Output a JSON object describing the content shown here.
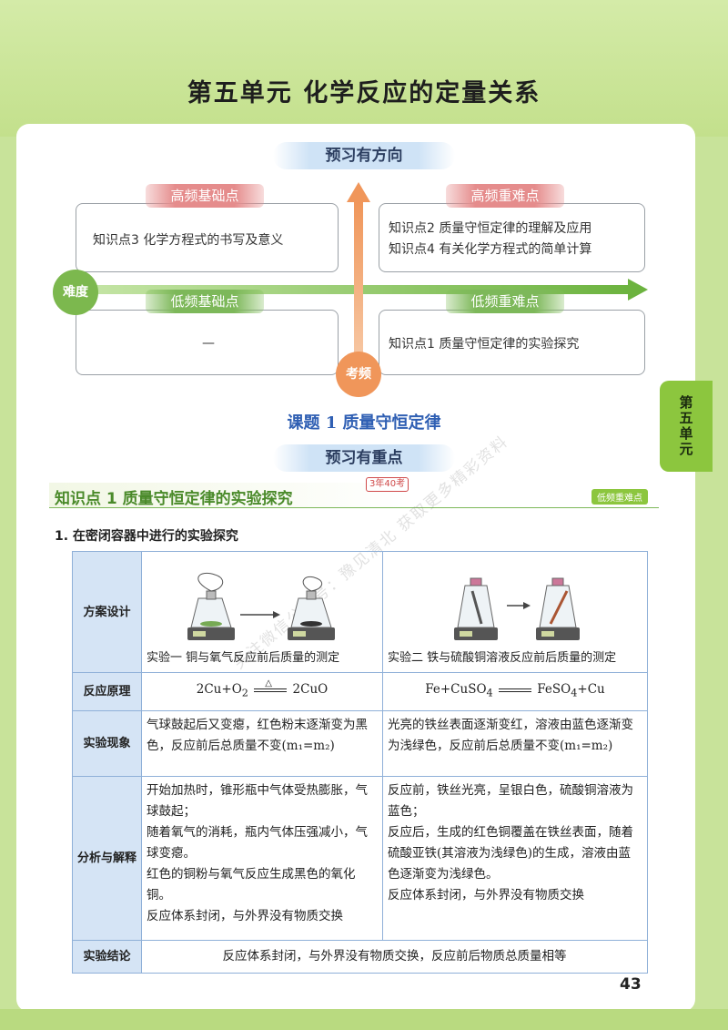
{
  "unit_title": "第五单元    化学反应的定量关系",
  "side_tab": "第五单元",
  "preview_direction": "预习有方向",
  "quadrants": {
    "top_left_label": "高频基础点",
    "top_left_items": [
      "知识点3  化学方程式的书写及意义"
    ],
    "top_right_label": "高频重难点",
    "top_right_items": [
      "知识点2  质量守恒定律的理解及应用",
      "知识点4  有关化学方程式的简单计算"
    ],
    "bottom_left_label": "低频基础点",
    "bottom_left_items": [
      "—"
    ],
    "bottom_right_label": "低频重难点",
    "bottom_right_items": [
      "知识点1  质量守恒定律的实验探究"
    ],
    "x_axis_label": "难度",
    "y_axis_label": "考频"
  },
  "lesson_title": "课题 1    质量守恒定律",
  "preview_key": "预习有重点",
  "knowledge_point": {
    "title": "知识点 1   质量守恒定律的实验探究",
    "tag": "3年40考",
    "badge": "低频重难点"
  },
  "section_title": "1. 在密闭容器中进行的实验探究",
  "table": {
    "row_headers": [
      "方案设计",
      "反应原理",
      "实验现象",
      "分析与解释",
      "实验结论"
    ],
    "exp1_caption": "实验一    铜与氧气反应前后质量的测定",
    "exp2_caption": "实验二    铁与硫酸铜溶液反应前后质量的测定",
    "eq1_left": "2Cu+O",
    "eq1_sub": "2",
    "eq1_cond": "△",
    "eq1_right": "2CuO",
    "eq2_left": "Fe+CuSO",
    "eq2_sub": "4",
    "eq2_right": "FeSO",
    "eq2_right_sub": "4",
    "eq2_tail": "+Cu",
    "phenomenon1": "气球鼓起后又变瘪，红色粉末逐渐变为黑色，反应前后总质量不变(m₁=m₂)",
    "phenomenon2": "光亮的铁丝表面逐渐变红，溶液由蓝色逐渐变为浅绿色，反应前后总质量不变(m₁=m₂)",
    "analysis1": [
      "开始加热时，锥形瓶中气体受热膨胀，气球鼓起；",
      "随着氧气的消耗，瓶内气体压强减小，气球变瘪。",
      "红色的铜粉与氧气反应生成黑色的氧化铜。",
      "反应体系封闭，与外界没有物质交换"
    ],
    "analysis2": [
      "反应前，铁丝光亮，呈银白色，硫酸铜溶液为蓝色；",
      "反应后，生成的红色铜覆盖在铁丝表面，随着硫酸亚铁(其溶液为浅绿色)的生成，溶液由蓝色逐渐变为浅绿色。",
      "反应体系封闭，与外界没有物质交换"
    ],
    "conclusion": "反应体系封闭，与外界没有物质交换，反应前后物质总质量相等"
  },
  "page_number": "43",
  "watermark": "关注微信公众号：豫见清北  获取更多精彩资料",
  "colors": {
    "accent_green": "#8cc63e",
    "accent_red": "#e58c8c",
    "title_blue": "#2f5fb3"
  }
}
